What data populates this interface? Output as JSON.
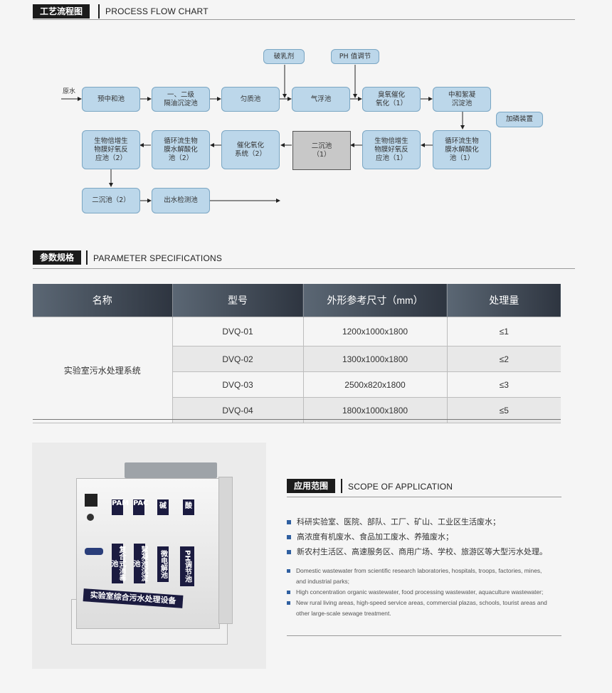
{
  "process": {
    "tag": "工艺流程图",
    "title_en": "PROCESS FLOW CHART",
    "raw_water": "原水",
    "nodes": {
      "n1": "预中和池",
      "n2": "一、二级\n隔油沉淀池",
      "n3": "匀质池",
      "n4": "气浮池",
      "n5": "臭氧催化\n氧化（1）",
      "n6": "中和絮凝\n沉淀池",
      "n7": "循环流生物\n膜水解酸化\n池（1）",
      "n8": "生物倍增生\n物膜好氧反\n应池（1）",
      "n9": "二沉池\n（1）",
      "n10": "催化氧化\n系统（2）",
      "n11": "循环流生物\n膜水解酸化\n池（2）",
      "n12": "生物倍增生\n物膜好氧反\n应池（2）",
      "n13": "二沉池（2）",
      "n14": "出水检测池"
    },
    "inputs": {
      "demulsifier": "破乳剂",
      "ph": "PH 值调节",
      "phosphorus": "加磷装置"
    }
  },
  "params": {
    "tag": "参数规格",
    "title_en": "PARAMETER SPECIFICATIONS",
    "headers": [
      "名称",
      "型号",
      "外形参考尺寸（mm）",
      "处理量"
    ],
    "name": "实验室污水处理系统",
    "rows": [
      {
        "model": "DVQ-01",
        "size": "1200x1000x1800",
        "capacity": "≤1"
      },
      {
        "model": "DVQ-02",
        "size": "1300x1000x1800",
        "capacity": "≤2"
      },
      {
        "model": "DVQ-03",
        "size": "2500x820x1800",
        "capacity": "≤3"
      },
      {
        "model": "DVQ-04",
        "size": "1800x1000x1800",
        "capacity": "≤5"
      }
    ]
  },
  "product": {
    "labels_top": [
      "PAM",
      "PAC",
      "碱",
      "酸"
    ],
    "labels_mid": [
      "复合式消毒池",
      "絮凝池沉淀池",
      "微电解池",
      "PH调节池"
    ],
    "banner": "实验室综合污水处理设备"
  },
  "scope": {
    "tag": "应用范围",
    "title_en": "SCOPE OF APPLICATION",
    "items_cn": [
      "科研实验室、医院、部队、工厂、矿山、工业区生活废水；",
      "高浓度有机废水、食品加工废水、养殖废水；",
      "新农村生活区、高速服务区、商用广场、学校、旅游区等大型污水处理。"
    ],
    "items_en": [
      "Domestic wastewater from scientific research laboratories, hospitals, troops, factories, mines,",
      "and industrial parks;",
      "High concentration organic wastewater, food processing wastewater, aquaculture wastewater;",
      "New rural living areas, high-speed service areas, commercial plazas, schools, tourist areas and",
      "other large-scale sewage treatment."
    ]
  },
  "colors": {
    "node_fill": "#bcd7ea",
    "node_border": "#7aa6c3",
    "header_dark": "#1b1b1b",
    "bullet": "#2f5fa0"
  }
}
